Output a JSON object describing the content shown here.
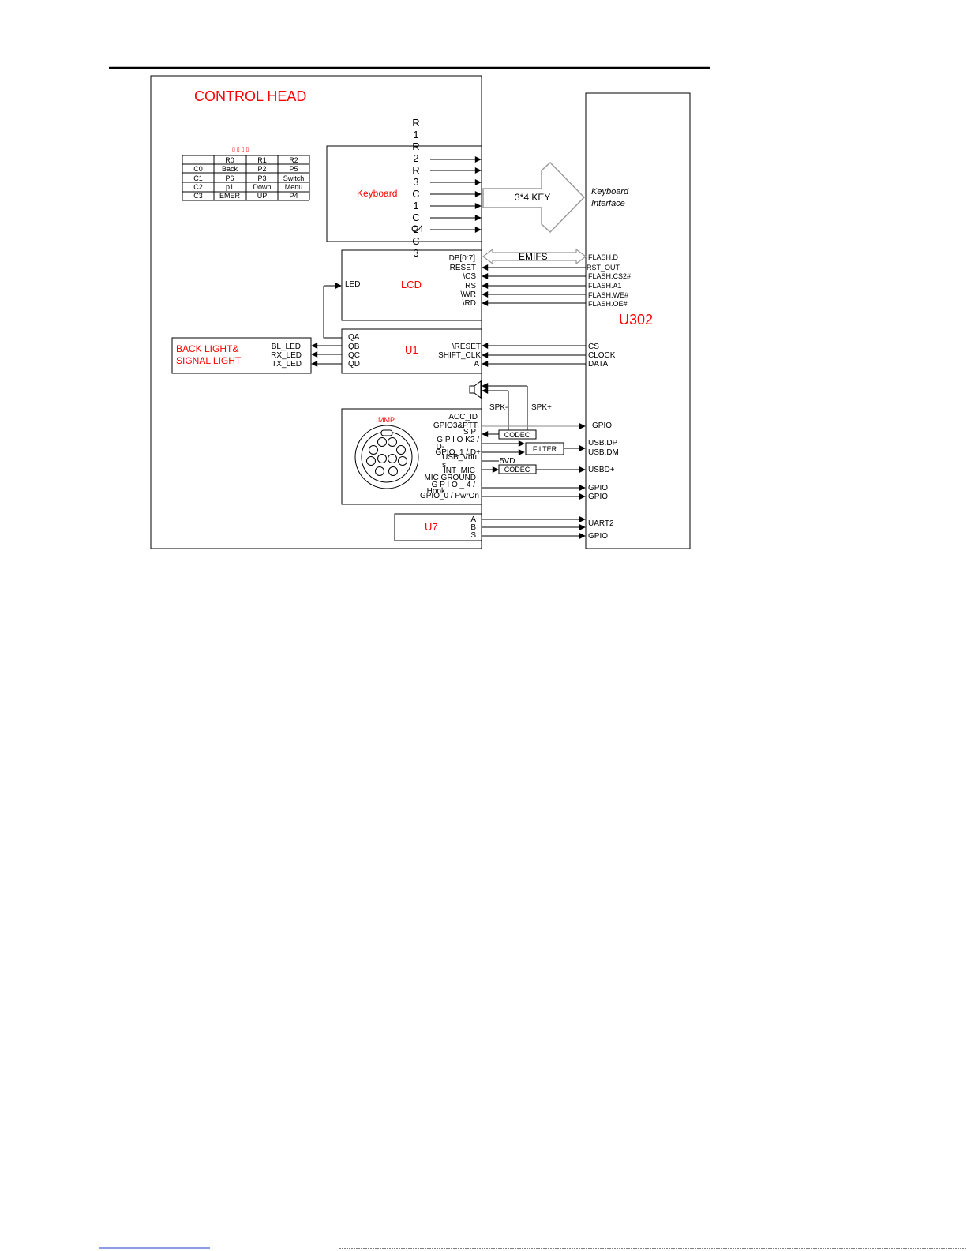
{
  "colors": {
    "accent": "#ff0000",
    "line": "#000000",
    "bg": "#ffffff"
  },
  "control_head": {
    "title": "CONTROL HEAD"
  },
  "key_table": {
    "header_glyphs": "▯ ▯ ▯ ▯",
    "columns": [
      "",
      "R0",
      "R1",
      "R2"
    ],
    "rows": [
      [
        "C0",
        "Back",
        "P2",
        "P5"
      ],
      [
        "C1",
        "P6",
        "P3",
        "Switch"
      ],
      [
        "C2",
        "p1",
        "Down",
        "Menu"
      ],
      [
        "C3",
        "EMER",
        "UP",
        "P4"
      ]
    ]
  },
  "keyboard": {
    "label": "Keyboard",
    "vertical_signals": [
      "R",
      "1",
      "R",
      "2",
      "R",
      "3",
      "C",
      "1",
      "C",
      "2",
      "C",
      "3"
    ],
    "overlap_label": "C4",
    "bus_label": "3*4 KEY"
  },
  "lcd": {
    "label": "LCD",
    "led_pin": "LED",
    "pins": [
      "DB[0:7]",
      "RESET",
      "\\CS",
      "RS",
      "\\WR",
      "\\RD"
    ],
    "bus_label": "EMIFS"
  },
  "u302": {
    "label": "U302",
    "keyboard_interface": [
      "Keyboard",
      "Interface"
    ],
    "pins_lcd": [
      "FLASH.D",
      "RST_OUT",
      "FLASH.CS2#",
      "FLASH.A1",
      "FLASH.WE#",
      "FLASH.OE#"
    ],
    "pins_u1": [
      "CS",
      "CLOCK",
      "DATA"
    ],
    "pin_gpio_acc": "GPIO",
    "pins_usb": [
      "USB.DP",
      "USB.DM"
    ],
    "pin_usbd": "USBD+",
    "pins_gpio_mmp": [
      "GPIO",
      "GPIO"
    ],
    "pins_u7": [
      "UART2",
      "GPIO"
    ]
  },
  "u1": {
    "label": "U1",
    "outputs": [
      "QA",
      "QB",
      "QC",
      "QD"
    ],
    "inputs": [
      "\\RESET",
      "SHIFT_CLK",
      "A"
    ]
  },
  "backlight": {
    "label_lines": [
      "BACK LIGHT&",
      "SIGNAL LIGHT"
    ],
    "pins": [
      "BL_LED",
      "RX_LED",
      "TX_LED"
    ]
  },
  "speaker": {
    "minus": "SPK-",
    "plus": "SPK+"
  },
  "mmp": {
    "label": "MMP",
    "pins": [
      "ACC_ID",
      "GPIO3&PTT",
      "S P",
      "G P I O K2 /",
      "D-",
      "GPIO_1 / D+",
      "USB_Vbu",
      "s",
      "INT_MIC",
      "MIC GROUND",
      "G P I O _ 4  /",
      "Hook",
      "GPIO_0 / PwrOn"
    ]
  },
  "codec_top": "CODEC",
  "codec_bottom": "CODEC",
  "filter": "FILTER",
  "supply_5v": "5VD",
  "u7": {
    "label": "U7",
    "pins": [
      "A",
      "B",
      "S"
    ]
  }
}
